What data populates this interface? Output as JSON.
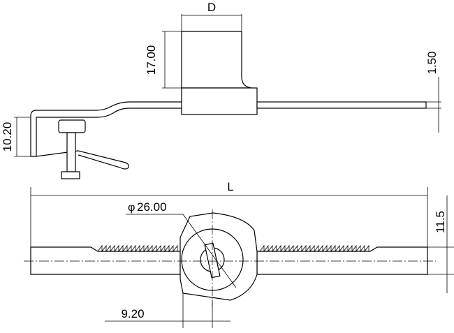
{
  "dimensions": {
    "d": "D",
    "height_17": "17.00",
    "thickness_1_5": "1.50",
    "height_10_2": "10.20",
    "length_l": "L",
    "diameter": "26.00",
    "phi_symbol": "φ",
    "width_11_5": "11.5",
    "offset_9_2": "9.20"
  }
}
